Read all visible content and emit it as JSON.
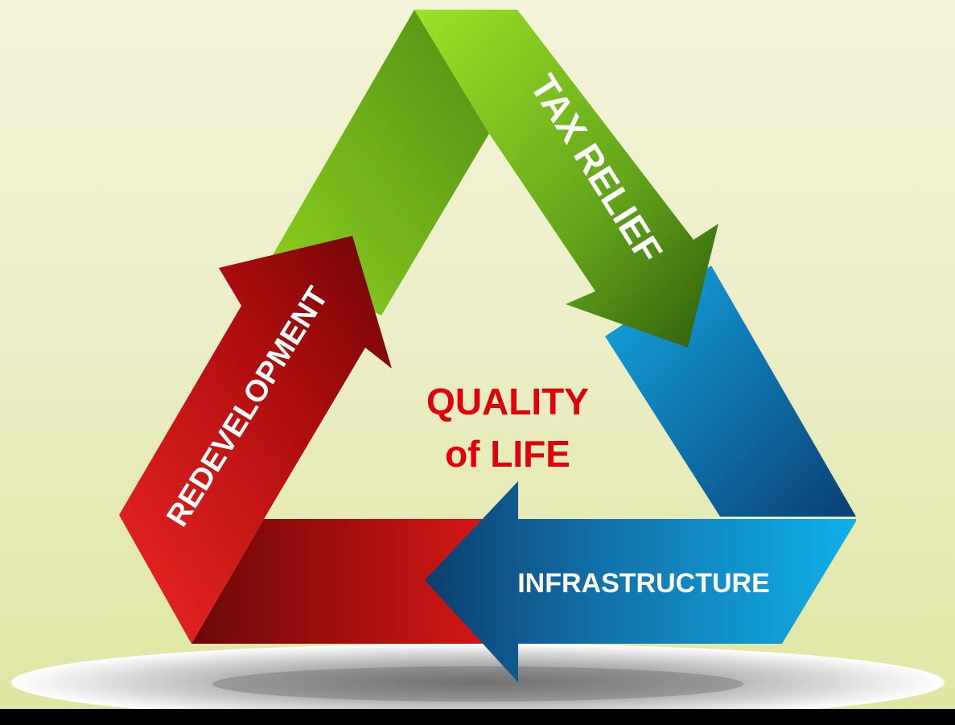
{
  "diagram": {
    "center_text": [
      "QUALITY",
      "of LIFE"
    ],
    "arrows": [
      {
        "label": "TAX RELIEF",
        "color": "#6aa81c"
      },
      {
        "label": "INFRASTRUCTURE",
        "color": "#1a8ad0"
      },
      {
        "label": "REDEVELOPMENT",
        "color": "#c41414"
      }
    ]
  },
  "colors": {
    "center_text": "#e0000a",
    "label_text": "#ffffff",
    "background": "#eceec8",
    "bottom_bar": "#000000"
  }
}
